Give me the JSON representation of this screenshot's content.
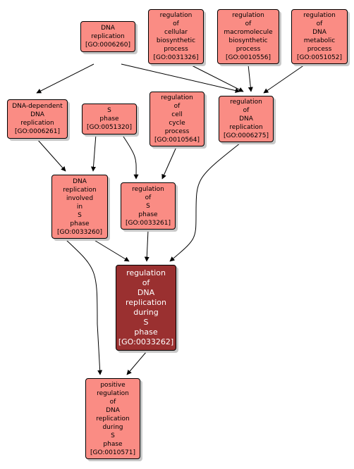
{
  "colors": {
    "node_fill": "#fa8c84",
    "focus_fill": "#9a3030",
    "edge": "#000000"
  },
  "nodes": {
    "dna_replication": {
      "lines": [
        "DNA",
        "replication",
        "[GO:0006260]"
      ]
    },
    "reg_cell_biosynth": {
      "lines": [
        "regulation",
        "of",
        "cellular",
        "biosynthetic",
        "process",
        "[GO:0031326]"
      ]
    },
    "reg_macro_biosynth": {
      "lines": [
        "regulation",
        "of",
        "macromolecule",
        "biosynthetic",
        "process",
        "[GO:0010556]"
      ]
    },
    "reg_dna_metabolic": {
      "lines": [
        "regulation",
        "of",
        "DNA",
        "metabolic",
        "process",
        "[GO:0051052]"
      ]
    },
    "dna_dependent_replication": {
      "lines": [
        "DNA-dependent",
        "DNA",
        "replication",
        "[GO:0006261]"
      ]
    },
    "s_phase": {
      "lines": [
        "S",
        "phase",
        "[GO:0051320]"
      ]
    },
    "reg_cell_cycle": {
      "lines": [
        "regulation",
        "of",
        "cell",
        "cycle",
        "process",
        "[GO:0010564]"
      ]
    },
    "reg_dna_replication": {
      "lines": [
        "regulation",
        "of",
        "DNA",
        "replication",
        "[GO:0006275]"
      ]
    },
    "dna_rep_s_phase": {
      "lines": [
        "DNA",
        "replication",
        "involved",
        "in",
        "S",
        "phase",
        "[GO:0033260]"
      ]
    },
    "reg_s_phase": {
      "lines": [
        "regulation",
        "of",
        "S",
        "phase",
        "[GO:0033261]"
      ]
    },
    "reg_dna_rep_s_phase": {
      "lines": [
        "regulation",
        "of",
        "DNA",
        "replication",
        "during",
        "S",
        "phase",
        "[GO:0033262]"
      ]
    },
    "pos_reg_dna_rep_s_phase": {
      "lines": [
        "positive",
        "regulation",
        "of",
        "DNA",
        "replication",
        "during",
        "S",
        "phase",
        "[GO:0010571]"
      ]
    }
  },
  "edges": [
    [
      "dna_replication",
      "dna_dependent_replication"
    ],
    [
      "dna_replication",
      "reg_dna_replication"
    ],
    [
      "reg_cell_biosynth",
      "reg_dna_replication"
    ],
    [
      "reg_macro_biosynth",
      "reg_dna_replication"
    ],
    [
      "reg_dna_metabolic",
      "reg_dna_replication"
    ],
    [
      "dna_dependent_replication",
      "dna_rep_s_phase"
    ],
    [
      "s_phase",
      "dna_rep_s_phase"
    ],
    [
      "s_phase",
      "reg_s_phase"
    ],
    [
      "reg_cell_cycle",
      "reg_s_phase"
    ],
    [
      "dna_rep_s_phase",
      "reg_dna_rep_s_phase"
    ],
    [
      "dna_rep_s_phase",
      "pos_reg_dna_rep_s_phase"
    ],
    [
      "reg_s_phase",
      "reg_dna_rep_s_phase"
    ],
    [
      "reg_dna_replication",
      "reg_dna_rep_s_phase"
    ],
    [
      "reg_dna_rep_s_phase",
      "pos_reg_dna_rep_s_phase"
    ]
  ]
}
